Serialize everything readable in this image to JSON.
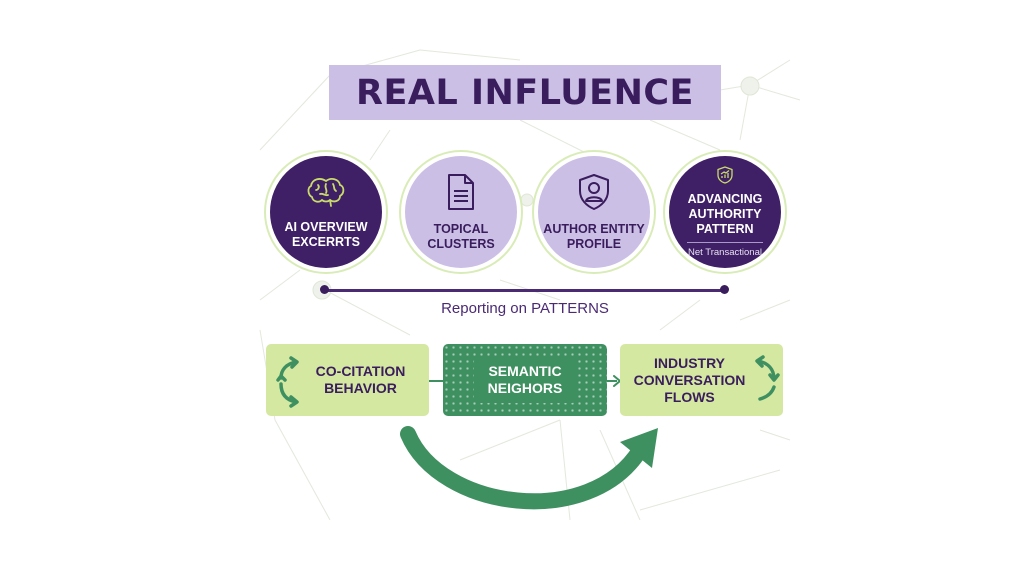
{
  "title": "REAL INFLUENCE",
  "colors": {
    "dark_purple": "#3f1f66",
    "light_purple": "#cbbfe6",
    "text_purple": "#3a1d5c",
    "light_green": "#d4e8a2",
    "dark_green": "#3f9060"
  },
  "circles": [
    {
      "label_line1": "AI OVERVIEW",
      "label_line2": "EXCERRTS",
      "icon": "brain-icon",
      "style": "dark"
    },
    {
      "label_line1": "TOPICAL",
      "label_line2": "CLUSTERS",
      "icon": "document-icon",
      "style": "light"
    },
    {
      "label_line1": "AUTHOR ENTITY",
      "label_line2": "PROFILE",
      "icon": "shield-user-icon",
      "style": "light"
    },
    {
      "label_line1": "ADVANCING",
      "label_line2": "AUTHORITY",
      "label_line3": "PATTERN",
      "sub": "Net Transactional",
      "icon": "shield-chart-icon",
      "style": "dark"
    }
  ],
  "timeline": {
    "label": "Reporting on PATTERNS"
  },
  "boxes": [
    {
      "line1": "CO-CITATION",
      "line2": "BEHAVIOR",
      "icon": "cycle-arrows-icon"
    },
    {
      "line1": "SEMANTIC",
      "line2": "NEIGHORS"
    },
    {
      "line1": "INDUSTRY",
      "line2": "CONVERSATION",
      "line3": "FLOWS",
      "icon": "cycle-arrows-icon"
    }
  ]
}
